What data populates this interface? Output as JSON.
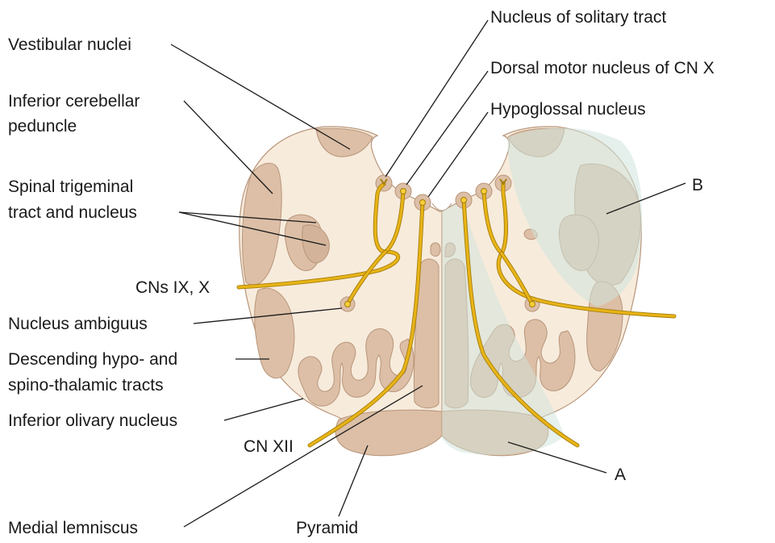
{
  "colors": {
    "tissue": "#f7ebdc",
    "structure": "#dcbfa6",
    "structure_edge": "#b8957a",
    "highlight_region": "#dfe8e1",
    "nerve": "#e8b417",
    "text": "#1a1a1a"
  },
  "labels": {
    "vestibular_nuclei": "Vestibular nuclei",
    "inferior_cerebellar_1": "Inferior cerebellar",
    "inferior_cerebellar_2": "peduncle",
    "spinal_trigeminal_1": "Spinal trigeminal",
    "spinal_trigeminal_2": "tract and nucleus",
    "cns_ix_x": "CNs IX, X",
    "nucleus_ambiguus": "Nucleus ambiguus",
    "descending_1": "Descending hypo- and",
    "descending_2": "spino-thalamic tracts",
    "inferior_olivary": "Inferior olivary nucleus",
    "cn_xii": "CN XII",
    "medial_lemniscus": "Medial lemniscus",
    "pyramid": "Pyramid",
    "nucleus_solitary": "Nucleus of solitary tract",
    "dorsal_motor": "Dorsal motor nucleus of CN X",
    "hypoglossal": "Hypoglossal nucleus",
    "b": "B",
    "a": "A"
  }
}
